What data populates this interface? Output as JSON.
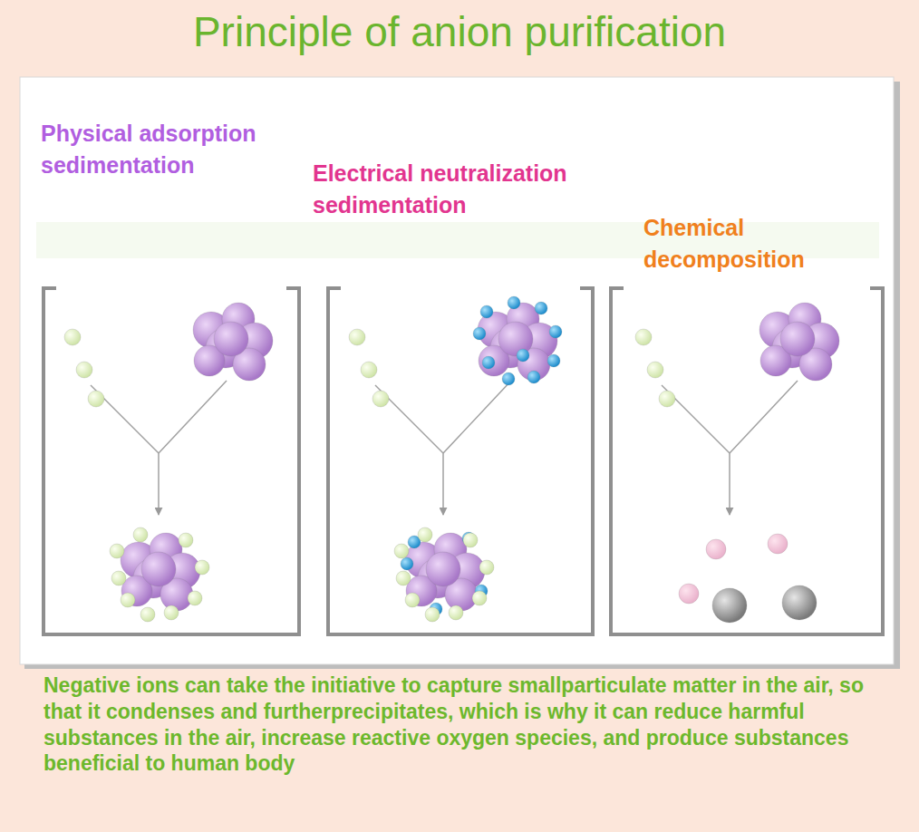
{
  "diagram": {
    "title": "Principle of anion purification",
    "caption": "Negative ions can take the initiative to capture smallparticulate matter in the air, so that it condenses and furtherprecipitates, which is why it can reduce harmful substances in the air, increase reactive oxygen species, and produce substances beneficial to human body",
    "labels": [
      "Physical adsorption sedimentation",
      "Electrical neutralization sedimentation",
      "Chemical decomposition"
    ]
  }
}
